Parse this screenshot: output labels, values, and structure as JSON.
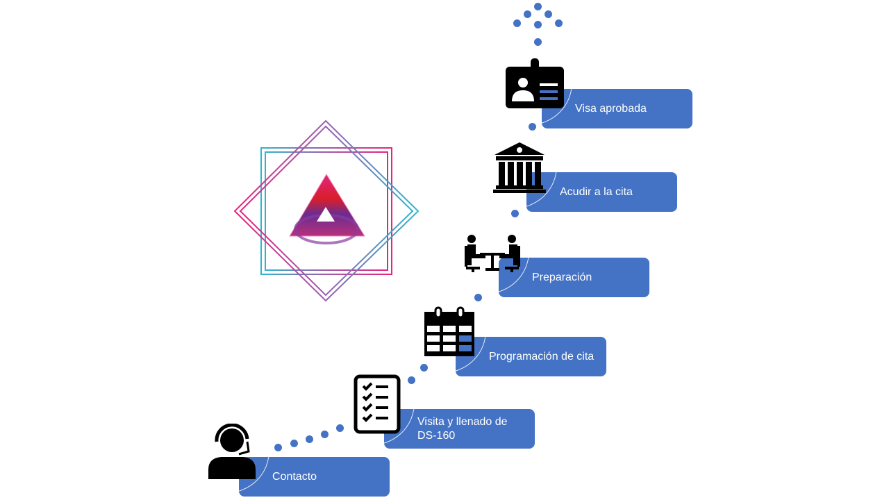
{
  "diagram": {
    "title": "Visa process steps",
    "accent_color": "#4472c4",
    "steps": [
      {
        "id": "contacto",
        "label": "Contacto",
        "icon": "headset-person-icon"
      },
      {
        "id": "visita",
        "label": "Visita y llenado de\nDS-160",
        "icon": "checklist-icon"
      },
      {
        "id": "programacion",
        "label": "Programación de cita",
        "icon": "calendar-icon"
      },
      {
        "id": "preparacion",
        "label": "Preparación",
        "icon": "meeting-icon"
      },
      {
        "id": "acudir",
        "label": "Acudir a la cita",
        "icon": "bank-building-icon"
      },
      {
        "id": "visa",
        "label": "Visa aprobada",
        "icon": "id-badge-icon"
      }
    ],
    "logo": {
      "name": "brand-triangle-logo",
      "colors": [
        "#e5247f",
        "#d81e2a",
        "#6a2c91",
        "#2fb5cc"
      ]
    }
  }
}
